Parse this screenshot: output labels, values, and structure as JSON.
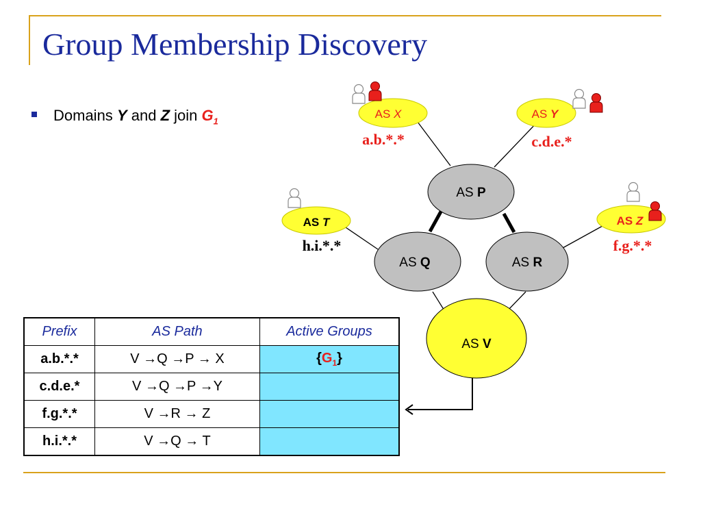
{
  "slide": {
    "title": "Group Membership Discovery",
    "bullet": {
      "prefix": "Domains",
      "y": "Y",
      "and": "and",
      "z": "Z",
      "join": "join",
      "g": "G",
      "g_sub": "1"
    }
  },
  "colors": {
    "title": "#1a2a9c",
    "accent_line": "#d9a21b",
    "yellow_node": "#ffff33",
    "gray_node": "#c0c0c0",
    "red": "#e8201c",
    "table_fill": "#80e6ff"
  },
  "diagram": {
    "nodes": [
      {
        "id": "X",
        "as": "AS",
        "name": "X",
        "style": "yellow-italic-red",
        "prefix": "a.b.*.*",
        "prefix_color": "red"
      },
      {
        "id": "Y",
        "as": "AS",
        "name": "Y",
        "style": "yellow-italic-red",
        "prefix": "c.d.e.*",
        "prefix_color": "red"
      },
      {
        "id": "T",
        "as": "AS",
        "name": "T",
        "style": "yellow-italic-black",
        "prefix": "h.i.*.*",
        "prefix_color": "black"
      },
      {
        "id": "Z",
        "as": "AS",
        "name": "Z",
        "style": "yellow-italic-red",
        "prefix": "f.g.*.*",
        "prefix_color": "red"
      },
      {
        "id": "P",
        "as": "AS",
        "name": "P",
        "style": "gray-bold"
      },
      {
        "id": "Q",
        "as": "AS",
        "name": "Q",
        "style": "gray-bold"
      },
      {
        "id": "R",
        "as": "AS",
        "name": "R",
        "style": "gray-bold"
      },
      {
        "id": "V",
        "as": "AS",
        "name": "V",
        "style": "big-yellow-bold"
      }
    ],
    "edges": [
      {
        "from": "X",
        "to": "P",
        "weight": "thin"
      },
      {
        "from": "Y",
        "to": "P",
        "weight": "thin"
      },
      {
        "from": "P",
        "to": "Q",
        "weight": "thick"
      },
      {
        "from": "P",
        "to": "R",
        "weight": "thick"
      },
      {
        "from": "T",
        "to": "Q",
        "weight": "thin"
      },
      {
        "from": "Z",
        "to": "R",
        "weight": "thin"
      },
      {
        "from": "Q",
        "to": "V",
        "weight": "thin"
      },
      {
        "from": "R",
        "to": "V",
        "weight": "thin"
      }
    ],
    "users": [
      {
        "node": "X",
        "icons": [
          "user-icon",
          "active-user-icon"
        ]
      },
      {
        "node": "Y",
        "icons": [
          "user-icon",
          "active-user-icon"
        ]
      },
      {
        "node": "T",
        "icons": [
          "user-icon"
        ]
      },
      {
        "node": "Z",
        "icons": [
          "user-icon",
          "active-user-icon"
        ]
      }
    ],
    "arrow": {
      "from": "V",
      "to": "table",
      "icon": "arrow-left-icon"
    }
  },
  "table": {
    "headers": [
      "Prefix",
      "AS Path",
      "Active Groups"
    ],
    "rows": [
      {
        "prefix": "a.b.*.*",
        "path": "V →Q →P → X",
        "groups": {
          "open": "{",
          "g": "G",
          "sub": "1",
          "close": "}"
        }
      },
      {
        "prefix": "c.d.e.*",
        "path": "V →Q →P →Y",
        "groups": null
      },
      {
        "prefix": "f.g.*.*",
        "path": "V →R → Z",
        "groups": null
      },
      {
        "prefix": "h.i.*.*",
        "path": "V →Q → T",
        "groups": null
      }
    ]
  }
}
